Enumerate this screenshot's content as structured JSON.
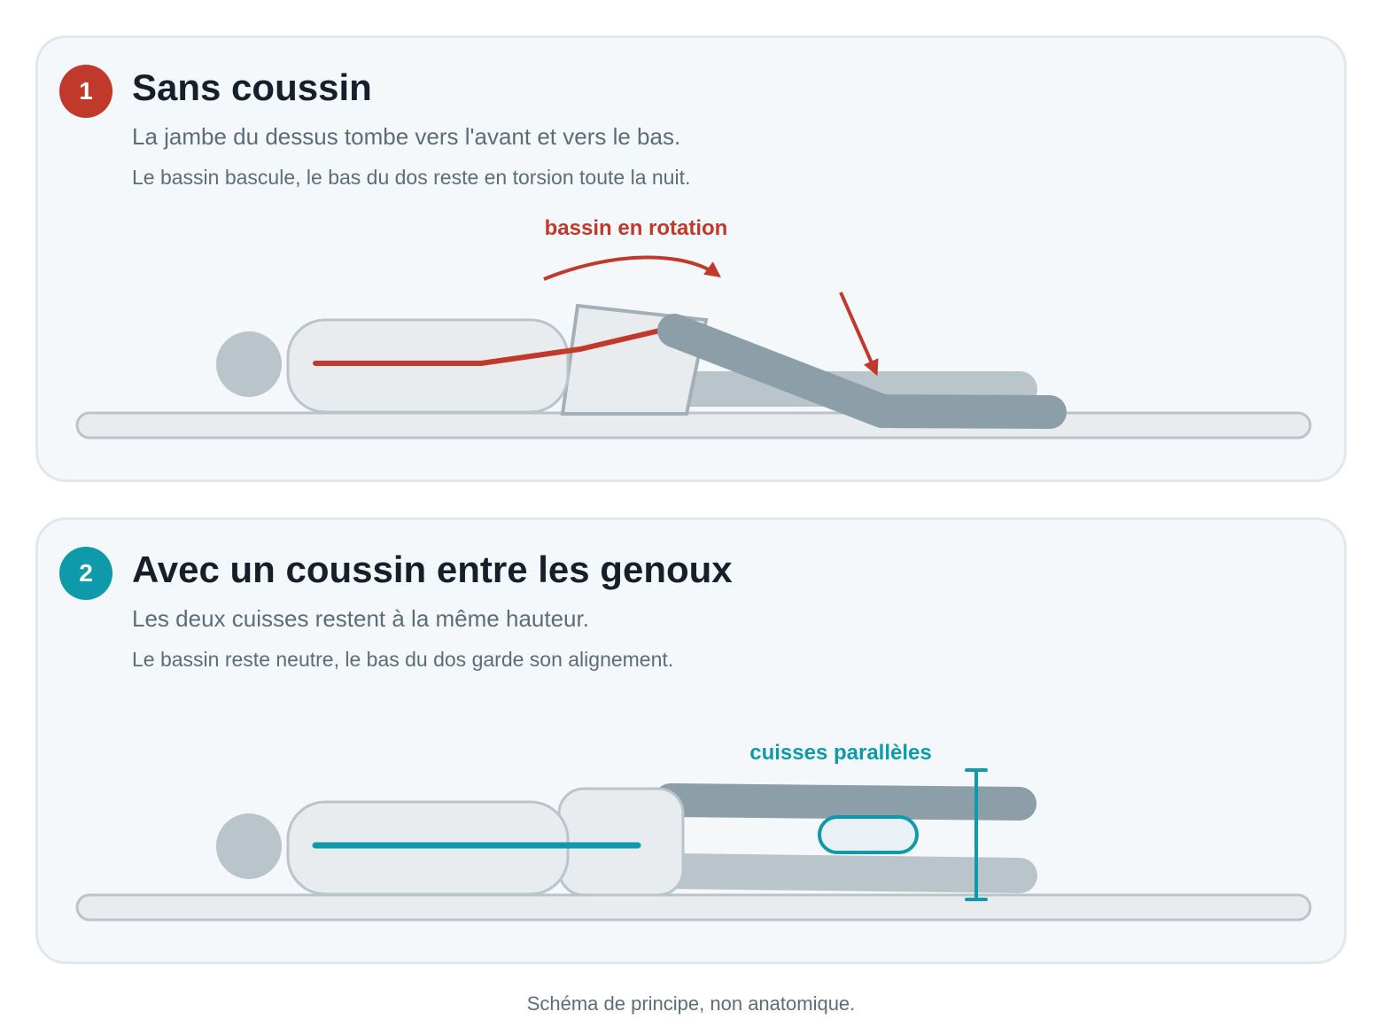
{
  "panels": [
    {
      "step": "1",
      "title": "Sans coussin",
      "line1": "La jambe du dessus tombe vers l'avant et vers le bas.",
      "line2": "Le bassin bascule, le bas du dos reste en torsion toute la nuit.",
      "annotation": "bassin en rotation",
      "accent": "#c0392b"
    },
    {
      "step": "2",
      "title": "Avec un coussin entre les genoux",
      "line1": "Les deux cuisses restent à la même hauteur.",
      "line2": "Le bassin reste neutre, le bas du dos garde son alignement.",
      "annotation": "cuisses parallèles",
      "accent": "#0e9aab"
    }
  ],
  "caption": "Schéma de principe, non anatomique.",
  "colors": {
    "panel_bg": "#f5f8fa",
    "panel_border": "#e1e8ec",
    "body_fill": "#e8ecee",
    "body_stroke": "#b9c4cb",
    "head": "#b9c4cb",
    "leg_top": "#8c9fa9",
    "leg_bottom": "#b9c4cb",
    "title_text": "#17202a",
    "body_text": "#5d6d78"
  }
}
